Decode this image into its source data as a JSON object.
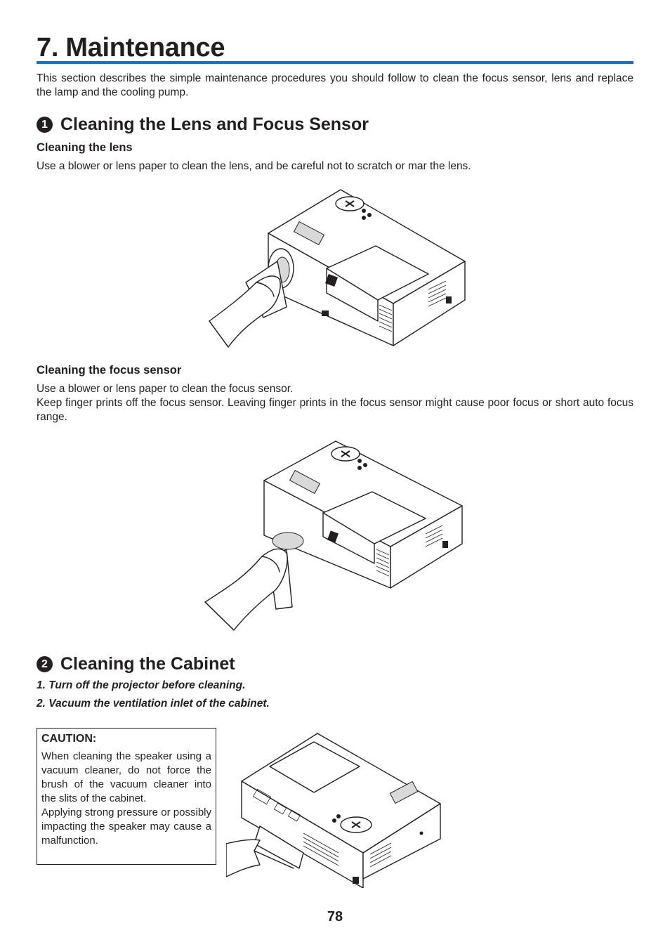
{
  "title": "7. Maintenance",
  "intro": "This section describes the simple maintenance procedures you should follow to clean the focus sensor, lens and replace the lamp and the cooling pump.",
  "section1": {
    "number": "1",
    "heading": "Cleaning the Lens and Focus Sensor",
    "lens": {
      "heading": "Cleaning the lens",
      "text": "Use a blower or lens paper to clean the lens, and be careful not to scratch or mar the lens."
    },
    "focus_sensor": {
      "heading": "Cleaning the focus sensor",
      "text_line1": "Use a blower or lens paper to clean the focus sensor.",
      "text_line2": "Keep finger prints off the focus sensor. Leaving finger prints in the focus sensor might cause poor focus or short auto focus range."
    }
  },
  "section2": {
    "number": "2",
    "heading": "Cleaning the Cabinet",
    "steps": [
      "1.  Turn off the projector before cleaning.",
      "2.  Vacuum the ventilation inlet of the cabinet."
    ],
    "caution": {
      "title": "CAUTION:",
      "text1": "When cleaning the speaker using a vacuum cleaner, do not force the brush of the vacuum cleaner into the slits of the cabinet.",
      "text2": "Applying strong pressure or possibly impacting the speaker may cause a malfunction."
    }
  },
  "page_number": "78"
}
